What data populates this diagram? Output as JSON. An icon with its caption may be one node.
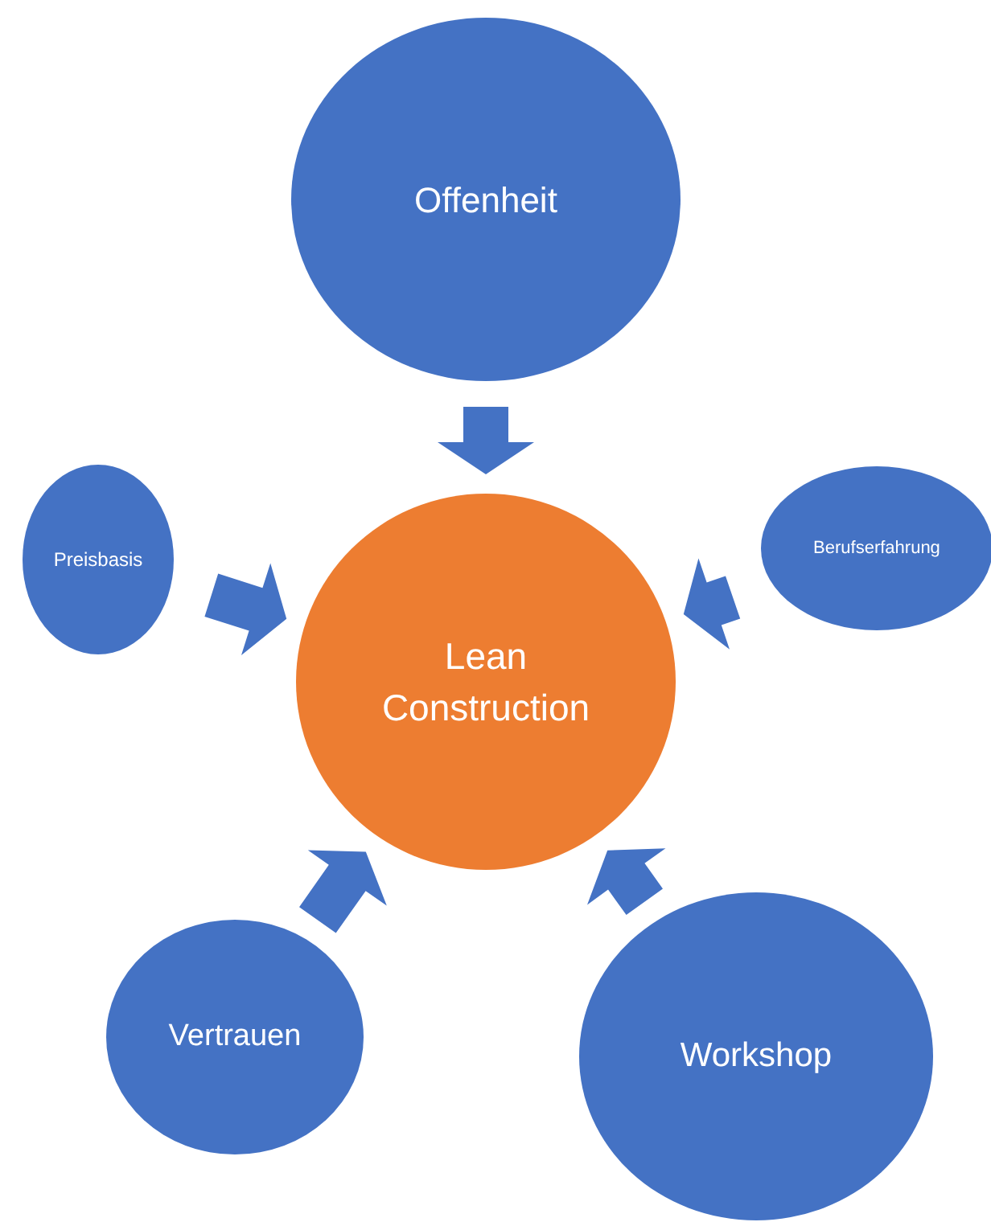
{
  "diagram": {
    "nodes": [
      {
        "text": [
          "Offenheit"
        ]
      },
      {
        "text": [
          "Lean Construction"
        ]
      },
      {
        "text": [
          "Preisbasis"
        ]
      },
      {
        "text": [
          "Berufserfahrung"
        ]
      },
      {
        "text": [
          "Vertrauen"
        ]
      },
      {
        "text": [
          "Workshop"
        ]
      }
    ],
    "edges": [
      {
        "from": 0,
        "to": 1,
        "arrow": "to"
      },
      {
        "from": 2,
        "to": 1,
        "arrow": "to"
      },
      {
        "from": 3,
        "to": 1,
        "arrow": "to"
      },
      {
        "from": 4,
        "to": 1,
        "arrow": "to"
      },
      {
        "from": 5,
        "to": 1,
        "arrow": "to"
      }
    ]
  }
}
